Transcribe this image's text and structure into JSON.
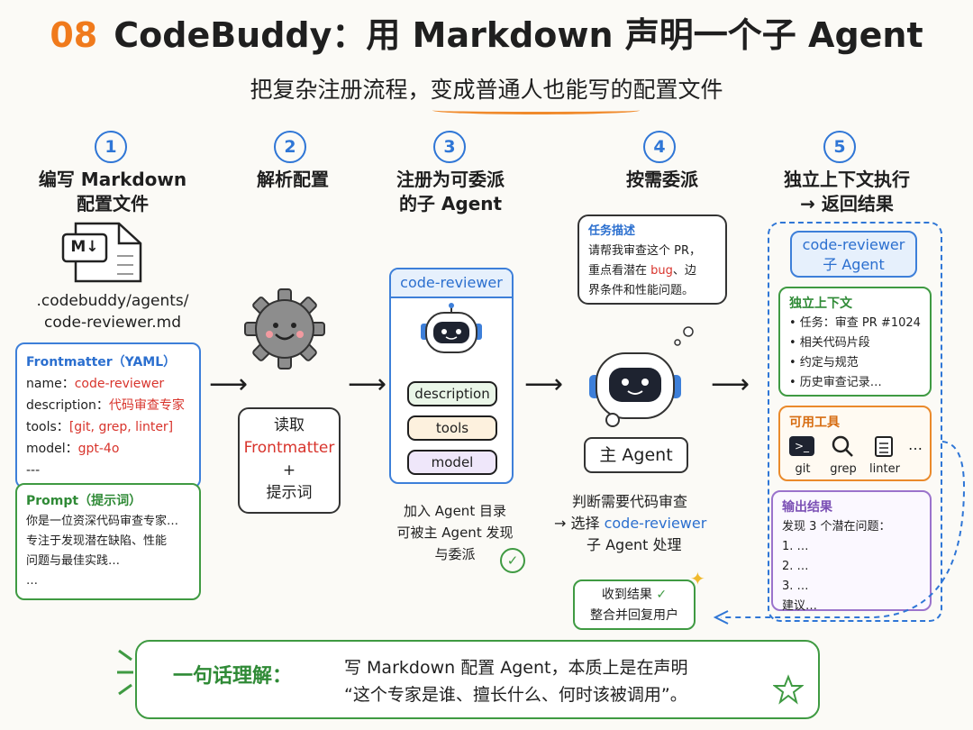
{
  "header": {
    "number": "08",
    "title": "CodeBuddy：用 Markdown 声明一个子 Agent",
    "subtitle": "把复杂注册流程，变成普通人也能写的配置文件"
  },
  "steps": [
    {
      "num": "1",
      "title_line1": "编写 Markdown",
      "title_line2": "配置文件"
    },
    {
      "num": "2",
      "title_line1": "解析配置",
      "title_line2": ""
    },
    {
      "num": "3",
      "title_line1": "注册为可委派",
      "title_line2": "的子 Agent"
    },
    {
      "num": "4",
      "title_line1": "按需委派",
      "title_line2": ""
    },
    {
      "num": "5",
      "title_line1": "独立上下文执行",
      "title_line2": "→ 返回结果"
    }
  ],
  "step1": {
    "file_icon_label": "M↓",
    "path_line1": ".codebuddy/agents/",
    "path_line2": "code-reviewer.md",
    "frontmatter_heading": "Frontmatter（YAML）",
    "name_key": "name：",
    "name_value": "code-reviewer",
    "desc_key": "description：",
    "desc_value": "代码审查专家",
    "tools_key": "tools：",
    "tools_value": "[git, grep, linter]",
    "model_key": "model：",
    "model_value": "gpt-4o",
    "separator": "---",
    "prompt_heading": "Prompt（提示词）",
    "prompt_line1": "你是一位资深代码审查专家…",
    "prompt_line2": "专注于发现潜在缺陷、性能",
    "prompt_line3": "问题与最佳实践…",
    "prompt_line4": "…"
  },
  "step2": {
    "read_line1": "读取",
    "read_line2": "Frontmatter",
    "read_line3": "+",
    "read_line4": "提示词"
  },
  "step3": {
    "card_title": "code-reviewer",
    "pill_description": "description",
    "pill_tools": "tools",
    "pill_model": "model",
    "caption_line1": "加入 Agent 目录",
    "caption_line2": "可被主 Agent 发现",
    "caption_line3": "与委派",
    "check_icon": "✓"
  },
  "step4": {
    "bubble_heading": "任务描述",
    "bubble_line1": "请帮我审查这个 PR，",
    "bubble_line2_a": "重点看潜在 ",
    "bubble_line2_b": "bug",
    "bubble_line2_c": "、边",
    "bubble_line3": "界条件和性能问题。",
    "main_agent_label": "主 Agent",
    "caption_line1": "判断需要代码审查",
    "caption_line2_a": "→ 选择 ",
    "caption_line2_b": "code-reviewer",
    "caption_line3": "子 Agent 处理",
    "result_line1": "收到结果",
    "result_line2": "整合并回复用户",
    "sparkle_icon": "✦"
  },
  "step5": {
    "agent_title_line1": "code-reviewer",
    "agent_title_line2": "子 Agent",
    "context_heading": "独立上下文",
    "context_items": [
      "• 任务：审查 PR #1024",
      "• 相关代码片段",
      "• 约定与规范",
      "• 历史审查记录…"
    ],
    "tools_heading": "可用工具",
    "tool_git": "git",
    "tool_grep": "grep",
    "tool_linter": "linter",
    "tool_more": "…",
    "output_heading": "输出结果",
    "output_line1": "发现 3 个潜在问题：",
    "output_line2": "1. …",
    "output_line3": "2. …",
    "output_line4": "3. …",
    "output_line5": "建议…"
  },
  "bottom": {
    "label": "一句话理解：",
    "line1": "写 Markdown 配置 Agent，本质上是在声明",
    "line2": "“这个专家是谁、擅长什么、何时该被调用”。"
  },
  "colors": {
    "orange": "#f07a1c",
    "blue": "#2f76d6",
    "green": "#3f9a42",
    "purple": "#9b73cc",
    "red": "#d8342c"
  }
}
